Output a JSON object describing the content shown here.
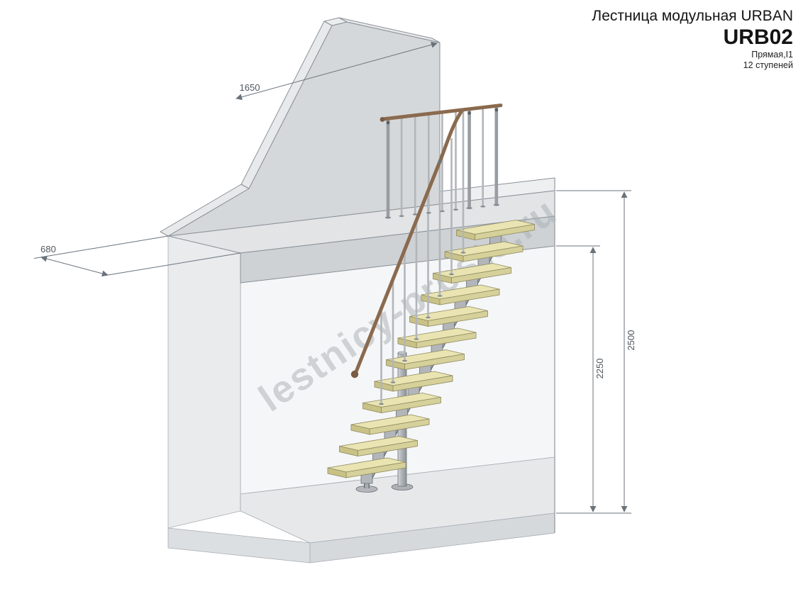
{
  "title_block": {
    "product_line": "Лестница модульная URBAN",
    "model": "URB02",
    "variant": "Прямая,I1",
    "steps_count": "12 ступеней"
  },
  "dimensions": {
    "wall_top_length": "1650",
    "platform_depth": "680",
    "overall_height": "2500",
    "floor_to_ceiling": "2250"
  },
  "watermark": "lestnicy-prosto.ru",
  "drawing": {
    "steps_total": 12,
    "colors": {
      "tread": "#e9e4b2",
      "handrail": "#8a6a4e",
      "metal": "#b2b6ba",
      "wall": "#d5d8da",
      "platform": "#e2e4e6",
      "dimension": "#6a737c"
    }
  }
}
